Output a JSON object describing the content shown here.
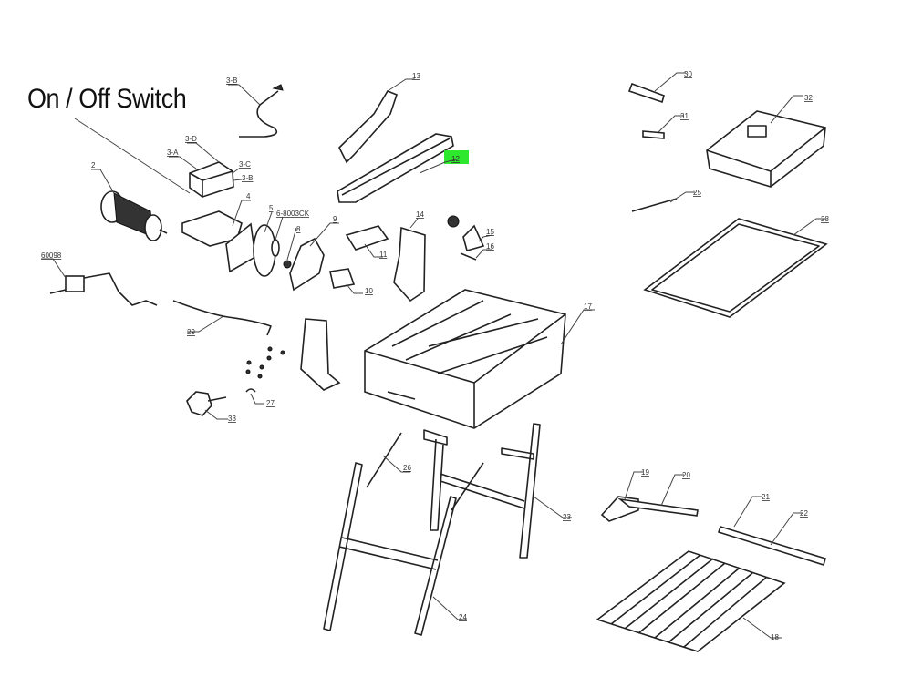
{
  "callout": {
    "title": "On / Off Switch"
  },
  "highlight_color": "#2ee82e",
  "part_labels": {
    "cord": "3-B",
    "switch_top": "3-D",
    "switch_left": "3-A",
    "switch_right": "3-C",
    "switch_bottom": "3-B",
    "motor": "2",
    "motor_plate": "4",
    "blade": "5",
    "flange": "6-8003CK",
    "nut": "8",
    "blade_guard": "9",
    "plate_small": "10",
    "block": "11",
    "rail": "12",
    "handle": "13",
    "side_bracket": "14",
    "clamp": "15",
    "clamp_pin": "16",
    "frame": "17",
    "pump": "60098",
    "hose": "29",
    "clip": "27",
    "knob": "33",
    "brace": "26",
    "rear_legs": "23",
    "front_legs": "24",
    "pin": "30",
    "pin_small": "31",
    "tray": "32",
    "spring": "25",
    "grid": "28",
    "guide_head": "19",
    "guide_bar": "20",
    "fence_a": "21",
    "fence_b": "22",
    "slats": "18"
  }
}
